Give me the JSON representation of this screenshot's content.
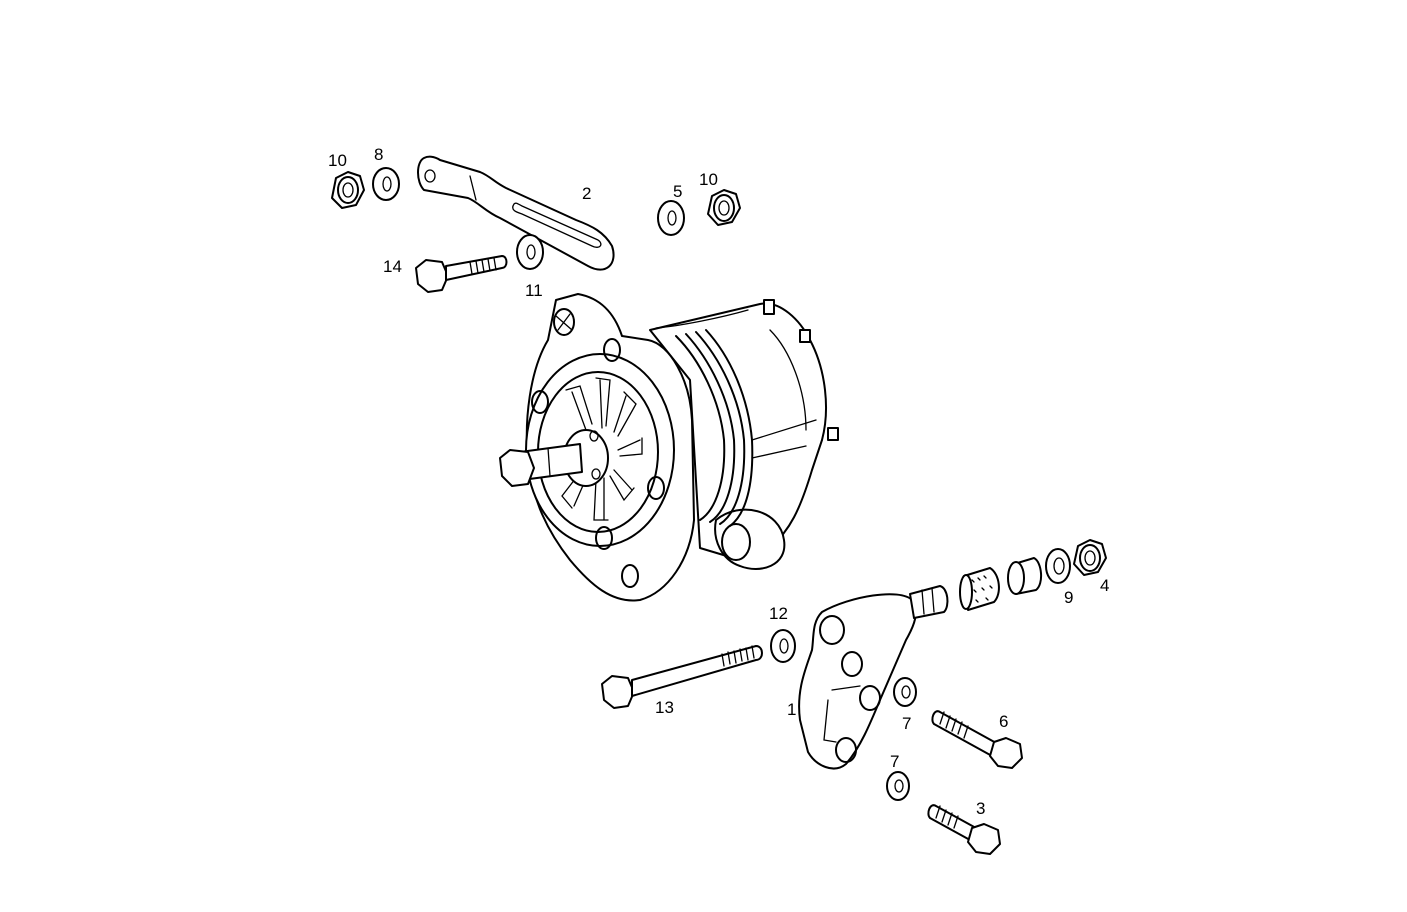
{
  "callouts": [
    {
      "id": "c10a",
      "text": "10"
    },
    {
      "id": "c8",
      "text": "8"
    },
    {
      "id": "c2",
      "text": "2"
    },
    {
      "id": "c5",
      "text": "5"
    },
    {
      "id": "c10b",
      "text": "10"
    },
    {
      "id": "c14",
      "text": "14"
    },
    {
      "id": "c11",
      "text": "11"
    },
    {
      "id": "c12",
      "text": "12"
    },
    {
      "id": "c13",
      "text": "13"
    },
    {
      "id": "c1",
      "text": "1"
    },
    {
      "id": "c7a",
      "text": "7"
    },
    {
      "id": "c6",
      "text": "6"
    },
    {
      "id": "c7b",
      "text": "7"
    },
    {
      "id": "c3",
      "text": "3"
    },
    {
      "id": "c9",
      "text": "9"
    },
    {
      "id": "c4",
      "text": "4"
    }
  ]
}
